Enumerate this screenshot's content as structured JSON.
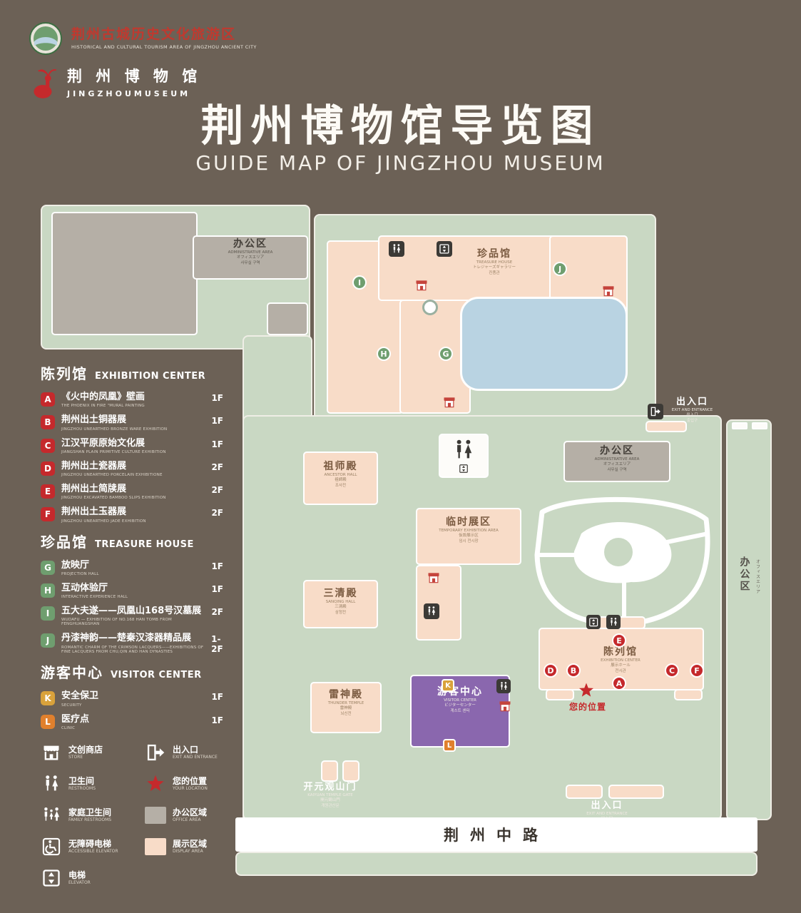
{
  "colors": {
    "background": "#6c6156",
    "ground_green": "#c9d8c3",
    "building_pink": "#f8dcc8",
    "office_gray": "#b5afa6",
    "pond_blue": "#b9d3e2",
    "visitor_purple": "#8a67ae",
    "marker_green": "#6f9e6f",
    "marker_red": "#c5292c",
    "marker_k_gold": "#d9a23b",
    "marker_l_orange": "#e0802d"
  },
  "header": {
    "logo_area": {
      "tourism_title": "荆州古城历史文化旅游区",
      "tourism_subtitle": "HISTORICAL AND CULTURAL TOURISM AREA OF JINGZHOU ANCIENT CITY",
      "museum_title": "荆 州 博 物 馆",
      "museum_subtitle": "JINGZHOUMUSEUM"
    },
    "title": "荆州博物馆导览图",
    "subtitle": "GUIDE MAP OF JINGZHOU MUSEUM"
  },
  "legend": {
    "sections": [
      {
        "heading_zh": "陈列馆",
        "heading_en": "EXHIBITION CENTER",
        "items": [
          {
            "key": "A",
            "zh": "《火中的凤凰》壁画",
            "en": "THE PHOENIX IN FIRE \"MURAL PAINTING",
            "floor": "1F"
          },
          {
            "key": "B",
            "zh": "荆州出土铜器展",
            "en": "JINGZHOU UNEARTHED BRONZE WARE EXHIBITION",
            "floor": "1F"
          },
          {
            "key": "C",
            "zh": "江汉平原原始文化展",
            "en": "JIANGSHAN PLAIN PRIMITIVE CULTURE EXHIBITION",
            "floor": "1F"
          },
          {
            "key": "D",
            "zh": "荆州出土瓷器展",
            "en": "JINGZHOU UNEARTHED PORCELAIN EXHIBITIONE",
            "floor": "2F"
          },
          {
            "key": "E",
            "zh": "荆州出土简牍展",
            "en": "JINGZHOU EXCAVATED BAMBOO SLIPS EXHIBITION",
            "floor": "2F"
          },
          {
            "key": "F",
            "zh": "荆州出土玉器展",
            "en": "JINGZHOU UNEARTHED JADE EXHIBITION",
            "floor": "2F"
          }
        ]
      },
      {
        "heading_zh": "珍品馆",
        "heading_en": "TREASURE HOUSE",
        "items": [
          {
            "key": "G",
            "zh": "放映厅",
            "en": "PROJECTION HALL",
            "floor": "1F"
          },
          {
            "key": "H",
            "zh": "互动体验厅",
            "en": "INTERACTIVE EXPERIENCE HALL",
            "floor": "1F"
          },
          {
            "key": "I",
            "zh": "五大夫遂——凤凰山168号汉墓展",
            "en": "WUDAFU — EXHIBITION OF NO.168 HAN TOMB FROM FENGHUANGSHAN",
            "floor": "2F"
          },
          {
            "key": "J",
            "zh": "丹漆神韵——楚秦汉漆器精品展",
            "en": "ROMANTIC CHARM OF THE CRIMSON LACQUERS——EXHIBITIONS OF FINE LACQUERS FROM CHU,QIN AND HAN DYNASTIES",
            "floor": "1-2F"
          }
        ]
      },
      {
        "heading_zh": "游客中心",
        "heading_en": "VISITOR CENTER",
        "items": [
          {
            "key": "K",
            "zh": "安全保卫",
            "en": "SECURITY",
            "floor": "1F"
          },
          {
            "key": "L",
            "zh": "医疗点",
            "en": "CLINIC",
            "floor": "1F"
          }
        ]
      }
    ],
    "icon_items": [
      {
        "zh": "文创商店",
        "en": "STORE"
      },
      {
        "zh": "出入口",
        "en": "EXIT AND ENTRANCE"
      },
      {
        "zh": "卫生间",
        "en": "RESTROOMS"
      },
      {
        "zh": "您的位置",
        "en": "YOUR LOCATION"
      },
      {
        "zh": "家庭卫生间",
        "en": "FAMILY RESTROOMS"
      },
      {
        "zh": "办公区域",
        "en": "OFFICE AREA"
      },
      {
        "zh": "无障碍电梯",
        "en": "ACCESSIBLE ELEVATOR"
      },
      {
        "zh": "展示区域",
        "en": "DISPLAY AREA"
      },
      {
        "zh": "电梯",
        "en": "ELEVATOR"
      }
    ]
  },
  "map": {
    "buildings": {
      "admin_top_left": {
        "zh": "办公区",
        "en": "ADMINISTRATIVE AREA",
        "jp": "オフィスエリア",
        "kr": "사무실 구역"
      },
      "treasure_house": {
        "zh": "珍品馆",
        "en": "TREASURE HOUSE",
        "jp": "トレジャーズギャラリー",
        "kr": "진품관"
      },
      "exit_right": {
        "zh": "出入口",
        "en": "EXIT AND ENTRANCE",
        "jp": "出入口",
        "kr": "출입구"
      },
      "admin_right": {
        "zh": "办公区",
        "en": "ADMINISTRATIVE AREA",
        "jp": "オフィスエリア",
        "kr": "사무실 구역"
      },
      "admin_strip": {
        "zh": "办公区",
        "jp": "オフィスエリア"
      },
      "ancestor_hall": {
        "zh": "祖师殿",
        "en": "ANCESTOR HALL",
        "jp": "祖師殿",
        "kr": "조사전"
      },
      "temporary_exhibition": {
        "zh": "临时展区",
        "en": "TEMPORARY EXHIBITION AREA",
        "jp": "仮設展示区",
        "kr": "임시 전시장"
      },
      "sanqing_hall": {
        "zh": "三清殿",
        "en": "SANQING HALL",
        "jp": "三清殿",
        "kr": "삼청전"
      },
      "thunder_temple": {
        "zh": "雷神殿",
        "en": "THUNDER TEMPLE",
        "jp": "雷神殿",
        "kr": "뇌신전"
      },
      "visitor_center": {
        "zh": "游客中心",
        "en": "VISITOR CENTER",
        "jp": "ビジターセンター",
        "kr": "게스트 센터"
      },
      "exhibition_center": {
        "zh": "陈列馆",
        "en": "EXHIBITION CENTER",
        "jp": "展示ホール",
        "kr": "전시관"
      },
      "kaiyuan_gate": {
        "zh": "开元观山门",
        "en": "KAIYUAN TEMPLE GATE",
        "jp": "開元観山門",
        "kr": "개원관산문"
      },
      "exit_bottom": {
        "zh": "出入口",
        "en": "EXIT AND ENTRANCE",
        "jp": "出入口",
        "kr": "출입구"
      },
      "road": {
        "zh": "荆州中路"
      },
      "your_location": {
        "zh": "您的位置"
      }
    },
    "letters": {
      "A": "A",
      "B": "B",
      "C": "C",
      "D": "D",
      "E": "E",
      "F": "F",
      "G": "G",
      "H": "H",
      "I": "I",
      "J": "J",
      "K": "K",
      "L": "L"
    }
  }
}
